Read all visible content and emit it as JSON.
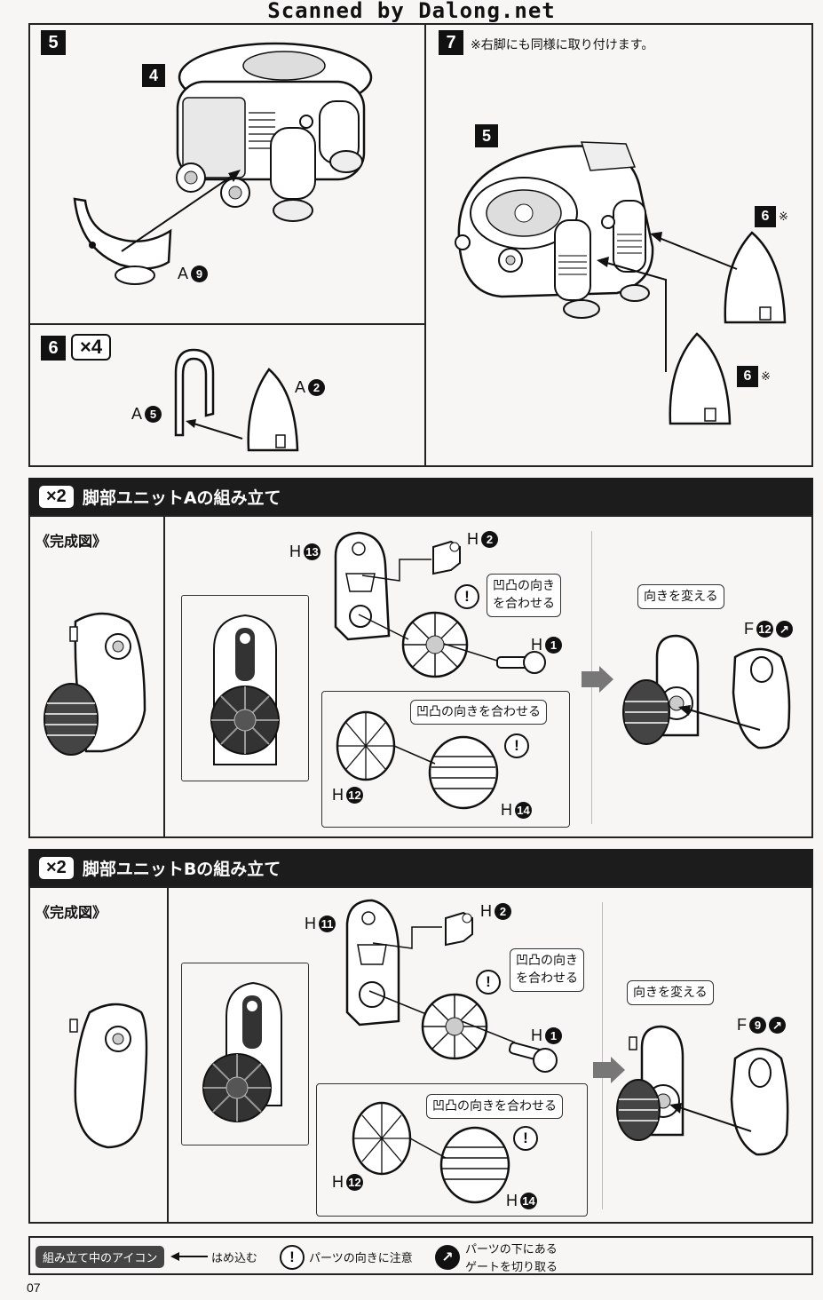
{
  "header": {
    "watermark": "Scanned by Dalong.net"
  },
  "step5": {
    "number": "5",
    "part_ref": "4",
    "part_label": "A",
    "part_num": "9"
  },
  "step6": {
    "number": "6",
    "multiplier": "×4",
    "part1_label": "A",
    "part1_num": "5",
    "part2_label": "A",
    "part2_num": "2"
  },
  "step7": {
    "number": "7",
    "note": "※右脚にも同様に取り付けます。",
    "ref": "5",
    "label_upper": "6",
    "label_lower": "6",
    "mark": "※"
  },
  "sectionA": {
    "multiplier": "×2",
    "title": "脚部ユニットAの組み立て",
    "completed": "《完成図》",
    "h_frame": {
      "label": "H",
      "num": "13"
    },
    "h_clip": {
      "label": "H",
      "num": "2"
    },
    "h_pin": {
      "label": "H",
      "num": "1"
    },
    "h_wheel1": {
      "label": "H",
      "num": "12"
    },
    "h_wheel2": {
      "label": "H",
      "num": "14"
    },
    "f_cover": {
      "label": "F",
      "num": "12"
    },
    "callout1": "凹凸の向き\nを合わせる",
    "callout2": "凹凸の向きを合わせる",
    "callout3": "向きを変える"
  },
  "sectionB": {
    "multiplier": "×2",
    "title": "脚部ユニットBの組み立て",
    "completed": "《完成図》",
    "h_frame": {
      "label": "H",
      "num": "11"
    },
    "h_clip": {
      "label": "H",
      "num": "2"
    },
    "h_pin": {
      "label": "H",
      "num": "1"
    },
    "h_wheel1": {
      "label": "H",
      "num": "12"
    },
    "h_wheel2": {
      "label": "H",
      "num": "14"
    },
    "f_cover": {
      "label": "F",
      "num": "9"
    },
    "callout1": "凹凸の向き\nを合わせる",
    "callout2": "凹凸の向きを合わせる",
    "callout3": "向きを変える"
  },
  "legend": {
    "title": "組み立て中のアイコン",
    "insert": "はめ込む",
    "caution": "パーツの向きに注意",
    "gate_line1": "パーツの下にある",
    "gate_line2": "ゲートを切り取る"
  },
  "footer": {
    "page": "07"
  }
}
